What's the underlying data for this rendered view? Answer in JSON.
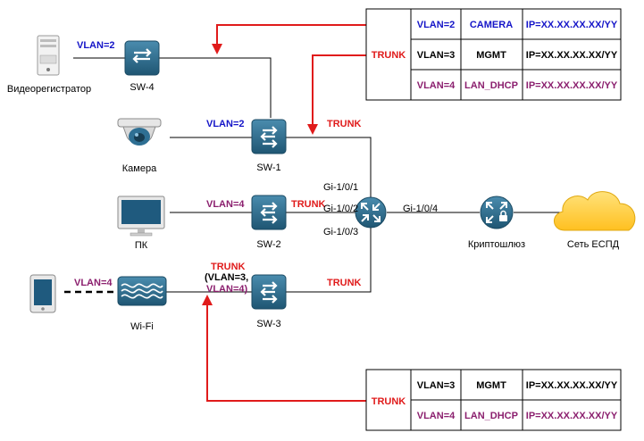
{
  "devices": {
    "dvr": "Видеорегистратор",
    "sw4": "SW-4",
    "camera": "Камера",
    "sw1": "SW-1",
    "pc": "ПК",
    "sw2": "SW-2",
    "wifi": "Wi-Fi",
    "sw3": "SW-3",
    "crypto": "Криптошлюз",
    "cloud": "Сеть ЕСПД"
  },
  "links": {
    "dvr_vlan": "VLAN=2",
    "cam_vlan": "VLAN=2",
    "pc_vlan": "VLAN=4",
    "tablet_vlan": "VLAN=4",
    "sw1_trunk": "TRUNK",
    "sw2_trunk": "TRUNK",
    "sw3_trunk": "TRUNK",
    "wifi_trunk_l1": "TRUNK",
    "wifi_trunk_l2": "(VLAN=3,",
    "wifi_trunk_l3": "VLAN=4)"
  },
  "ports": {
    "p1": "Gi-1/0/1",
    "p2": "Gi-1/0/2",
    "p3": "Gi-1/0/3",
    "p4": "Gi-1/0/4"
  },
  "table_top": {
    "trunk": "TRUNK",
    "rows": [
      {
        "vlan": "VLAN=2",
        "name": "CAMERA",
        "ip": "IP=XX.XX.XX.XX/YY",
        "color": "#1515c8"
      },
      {
        "vlan": "VLAN=3",
        "name": "MGMT",
        "ip": "IP=XX.XX.XX.XX/YY",
        "color": "#000000"
      },
      {
        "vlan": "VLAN=4",
        "name": "LAN_DHCP",
        "ip": "IP=XX.XX.XX.XX/YY",
        "color": "#8b1f6e"
      }
    ]
  },
  "table_bottom": {
    "trunk": "TRUNK",
    "rows": [
      {
        "vlan": "VLAN=3",
        "name": "MGMT",
        "ip": "IP=XX.XX.XX.XX/YY",
        "color": "#000000"
      },
      {
        "vlan": "VLAN=4",
        "name": "LAN_DHCP",
        "ip": "IP=XX.XX.XX.XX/YY",
        "color": "#8b1f6e"
      }
    ]
  },
  "colors": {
    "switch_fill": "#2d6d8c",
    "accent_red": "#e01b1b",
    "vlan_blue": "#1515c8",
    "vlan_purple": "#8b1f6e",
    "cloud": "#ffcc33"
  }
}
